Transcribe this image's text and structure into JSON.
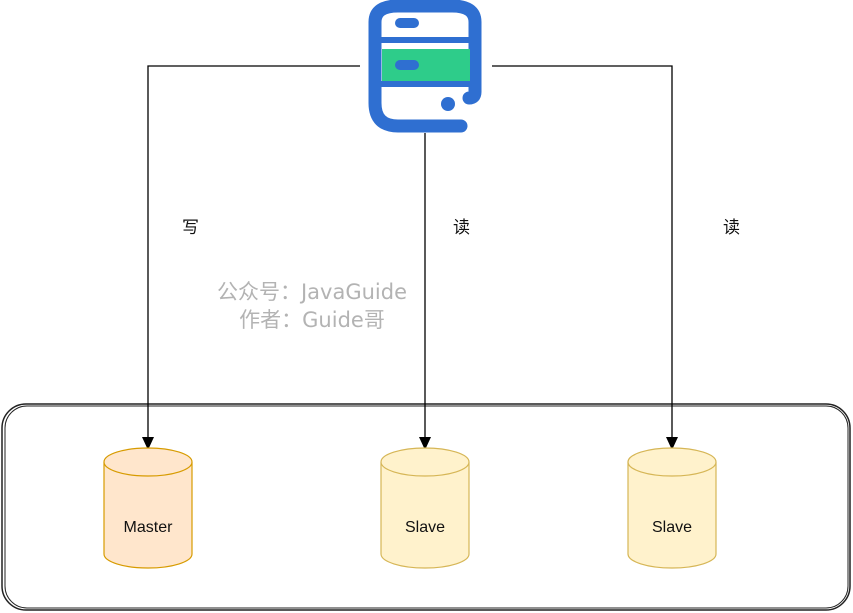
{
  "edges": {
    "write_label": "写",
    "read_label_1": "读",
    "read_label_2": "读"
  },
  "watermark": {
    "line1": "公众号：JavaGuide",
    "line2": "作者：Guide哥"
  },
  "databases": [
    {
      "label": "Master",
      "fill": "#ffe6cc",
      "stroke": "#d79b00"
    },
    {
      "label": "Slave",
      "fill": "#fff2cc",
      "stroke": "#d6b656"
    },
    {
      "label": "Slave",
      "fill": "#fff2cc",
      "stroke": "#d6b656"
    }
  ],
  "colors": {
    "server_icon": "#2f6fd1",
    "server_highlight": "#2ecc8a",
    "line": "#000000"
  }
}
